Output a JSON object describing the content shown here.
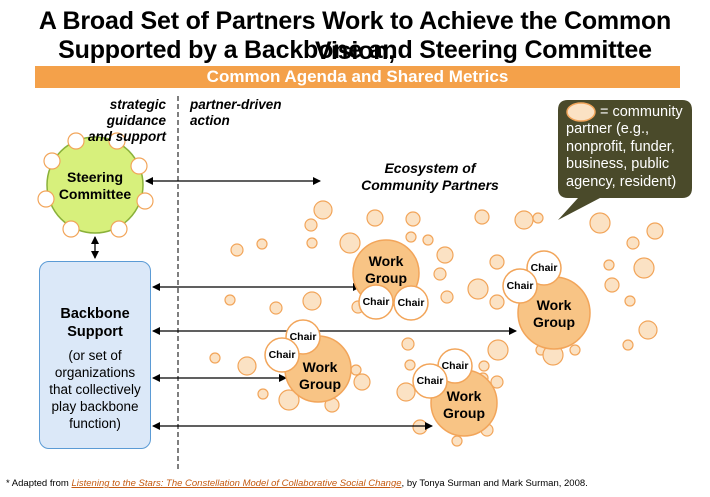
{
  "title": {
    "line1": "A Broad Set of Partners Work to Achieve the Common Vision,",
    "line2": "Supported by a Backbone and Steering Committee"
  },
  "banner": "Common Agenda and Shared Metrics",
  "columns": {
    "left_line1": "strategic guidance",
    "left_line2": "and support",
    "right_line1": "partner-driven",
    "right_line2": "action"
  },
  "legend": {
    "line1": "= community",
    "line2": "partner (e.g.,",
    "line3": "nonprofit, funder,",
    "line4": "business, public",
    "line5": "agency, resident)"
  },
  "ecosystem": {
    "line1": "Ecosystem of",
    "line2": "Community Partners"
  },
  "steering": {
    "line1": "Steering",
    "line2": "Committee"
  },
  "backbone": {
    "title1": "Backbone",
    "title2": "Support",
    "sub1": "(or set of",
    "sub2": "organizations",
    "sub3": "that collectively",
    "sub4": "play backbone",
    "sub5": "function)"
  },
  "work_group": {
    "line1": "Work",
    "line2": "Group"
  },
  "chair_label": "Chair",
  "footnote": {
    "prefix": "* Adapted from ",
    "link": "Listening to the Stars: The Constellation Model of Collaborative Social Change",
    "suffix": ", by Tonya Surman and Mark Surman, 2008."
  },
  "colors": {
    "banner": "#f4a14a",
    "steering_fill": "#d7f07c",
    "steering_stroke": "#8ab13a",
    "partner_fill": "#fbe2c4",
    "partner_stroke": "#f2a55a",
    "workgroup_fill": "#f8c485",
    "backbone_fill": "#dbe8f8",
    "backbone_stroke": "#5b9bd5",
    "callout_fill": "#4a4a2a"
  }
}
